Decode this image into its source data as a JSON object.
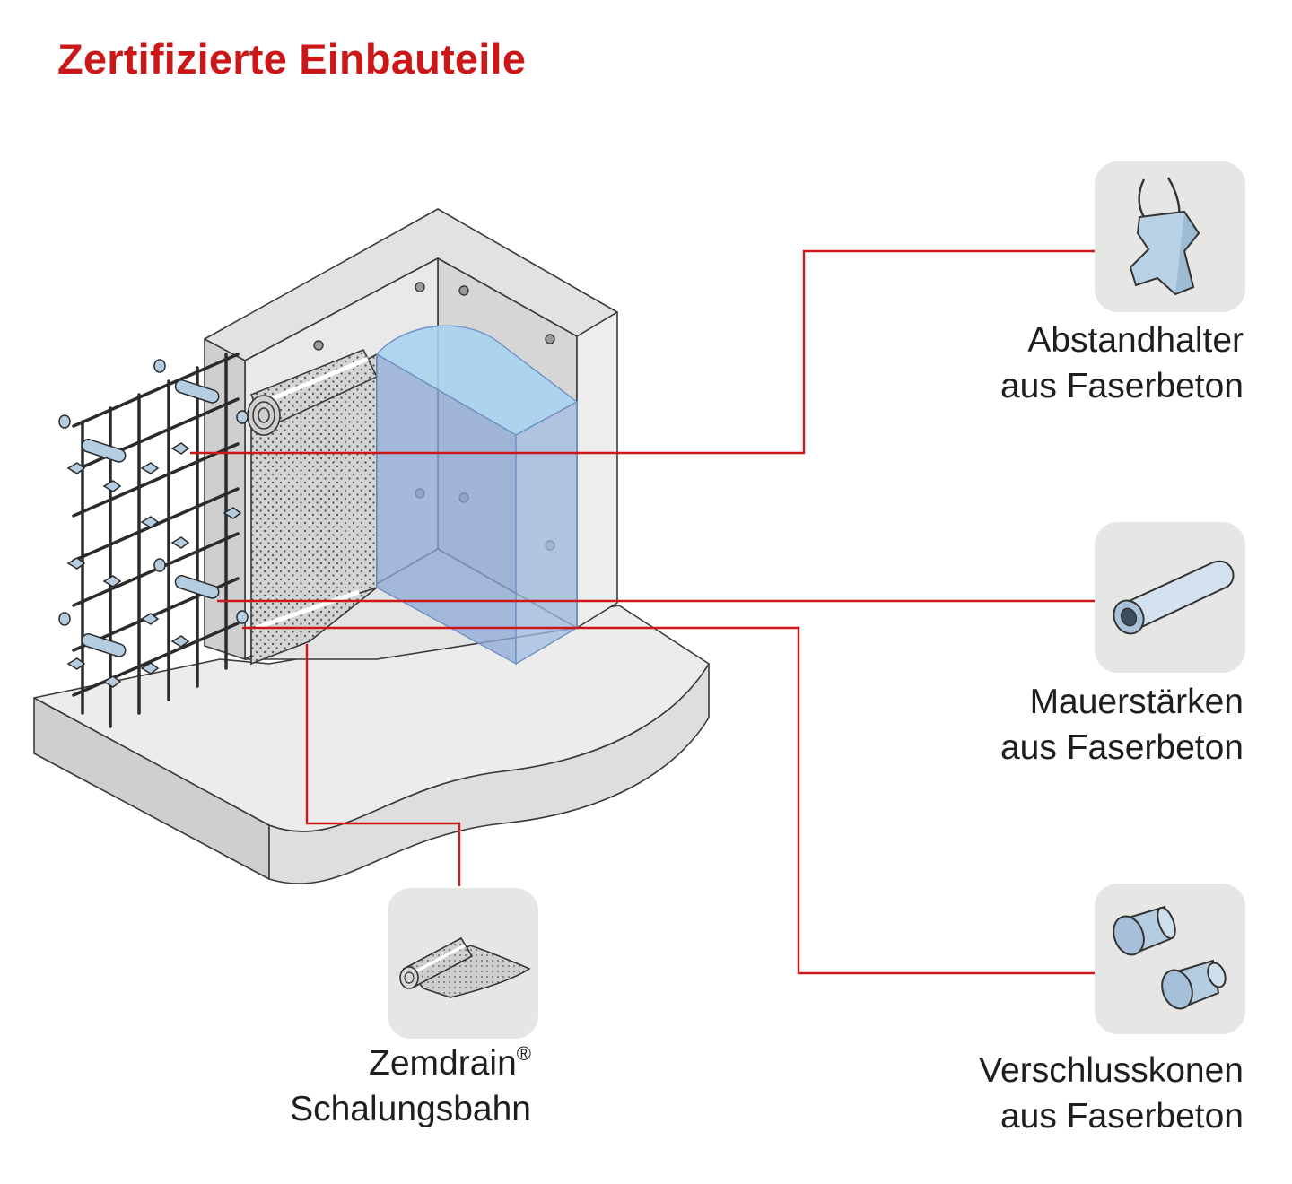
{
  "title": "Zertifizierte Einbauteile",
  "colors": {
    "accent": "#cc1718",
    "concrete": "#e9e9e9",
    "water": "#8fb9e3",
    "icon_bg": "#e6e6e5",
    "part_blue": "#b4cde1"
  },
  "items": [
    {
      "id": "abstandhalter",
      "icon": "spacer-block-icon",
      "line1": "Abstandhalter",
      "line2": "aus Faserbeton"
    },
    {
      "id": "mauerstaerken",
      "icon": "tube-icon",
      "line1": "Mauerstärken",
      "line2": "aus Faserbeton"
    },
    {
      "id": "verschlusskonen",
      "icon": "cone-plugs-icon",
      "line1": "Verschlusskonen",
      "line2": "aus Faserbeton"
    },
    {
      "id": "zemdrain",
      "icon": "drainage-roll-icon",
      "line1": "Zemdrain",
      "line1_mark": "®",
      "line2": "Schalungsbahn"
    }
  ]
}
